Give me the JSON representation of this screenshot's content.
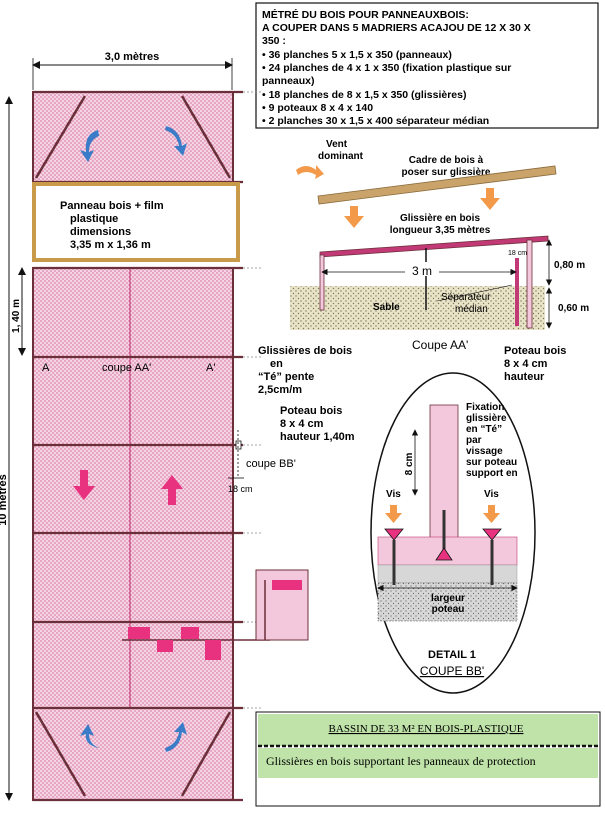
{
  "materials_box": {
    "title_line1": "MÉTRÉ DU BOIS POUR PANNEAUXBOIS:",
    "title_line2": "A COUPER DANS 5 MADRIERS ACAJOU DE 12 X 30 X",
    "title_line3": "350 :",
    "items": [
      "• 36 planches 5 x 1,5 x 350 (panneaux)",
      "• 24 planches de 4 x 1 x 350  (fixation plastique sur",
      "  panneaux)",
      "• 18 planches de 8 x 1,5 x 350 (glissières)",
      "• 9 poteaux 8 x 4 x 140",
      "• 2 planches 30 x 1,5 x 400 séparateur médian"
    ]
  },
  "plan": {
    "width_label": "3,0 mètres",
    "height_label": "1, 40 m",
    "total_length_label": "10 mètres",
    "panel_box": [
      "Panneau bois + film",
      "plastique",
      "dimensions",
      "3,35 m x 1,36 m"
    ],
    "letter_a_left": "A",
    "coupe_label": "coupe AA'",
    "letter_a_right": "A'",
    "glissieres_label": [
      "Glissières de bois",
      "en",
      "“Té” pente",
      "2,5cm/m"
    ],
    "poteau_label": [
      "Poteau bois",
      "8 x 4 cm",
      "hauteur 1,40m"
    ],
    "coupe_bb_label": "coupe BB'",
    "dim_18cm": "18 cm"
  },
  "section_aa": {
    "vent_label": [
      "Vent",
      "dominant"
    ],
    "cadre_label": [
      "Cadre de bois à",
      "poser sur glissière"
    ],
    "glissiere_label": [
      "Glissière en bois",
      "longueur 3,35 mètres"
    ],
    "dim_18cm": "18 cm",
    "dim_3m": "3 m",
    "dim_080": "0,80 m",
    "dim_060": "0,60 m",
    "sable_label": "Sable",
    "separateur_label": [
      "Séparateur",
      "médian"
    ],
    "caption": "Coupe AA'",
    "poteau_label": [
      "Poteau bois",
      "8 x 4 cm",
      "hauteur"
    ]
  },
  "detail": {
    "fixation_label": [
      "Fixation",
      "glissière",
      "en “Té”",
      "par",
      "vissage",
      "sur poteau",
      "support en"
    ],
    "dim_8cm": "8 cm",
    "vis_left": "Vis",
    "vis_right": "Vis",
    "largeur_label": [
      "largeur",
      "poteau"
    ],
    "title": "DETAIL 1",
    "subtitle": "COUPE BB'"
  },
  "legend": {
    "title": "BASSIN DE 33 M² EN BOIS-PLASTIQUE",
    "text": "Glissières en bois supportant les panneaux de protection"
  },
  "colors": {
    "pink_fill": "#f3c8dc",
    "magenta": "#e8327f",
    "brown": "#6b2f3a",
    "tan_border": "#c99a4a",
    "blue_arrow": "#3a7cc8",
    "orange_arrow": "#f29a4a",
    "tan_wood": "#c9a36a",
    "legend_green": "#bfe3a8"
  }
}
